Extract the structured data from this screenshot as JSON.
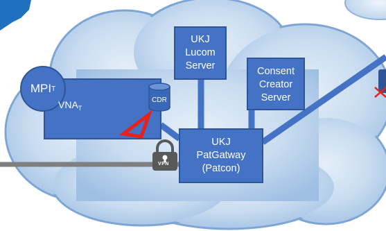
{
  "nodes": {
    "mpi": {
      "text": "MPI",
      "sub": "T"
    },
    "vna": {
      "text": "VNA",
      "sub": "T"
    },
    "cdr": "CDR",
    "ukj_lucom": [
      "UKJ",
      "Lucom",
      "Server"
    ],
    "consent_creator": [
      "Consent",
      "Creator",
      "Server"
    ],
    "patgateway": [
      "UKJ",
      "PatGatway",
      "(Patcon)"
    ]
  },
  "vpn_label": "VPN",
  "icons": {
    "lock": "padlock-icon",
    "database": "database-cylinder-icon",
    "red_triangle": "red-triangle-icon",
    "red_x": "red-cross-icon"
  },
  "colors": {
    "box_fill": "#4472c4",
    "box_border": "#2f5597",
    "cloud_fill": "#c9dcf0",
    "cloud_edge": "#7ea6d4",
    "alert_red": "#e8211b",
    "vpn_line": "#7f7f7f",
    "lock": "#595959"
  }
}
